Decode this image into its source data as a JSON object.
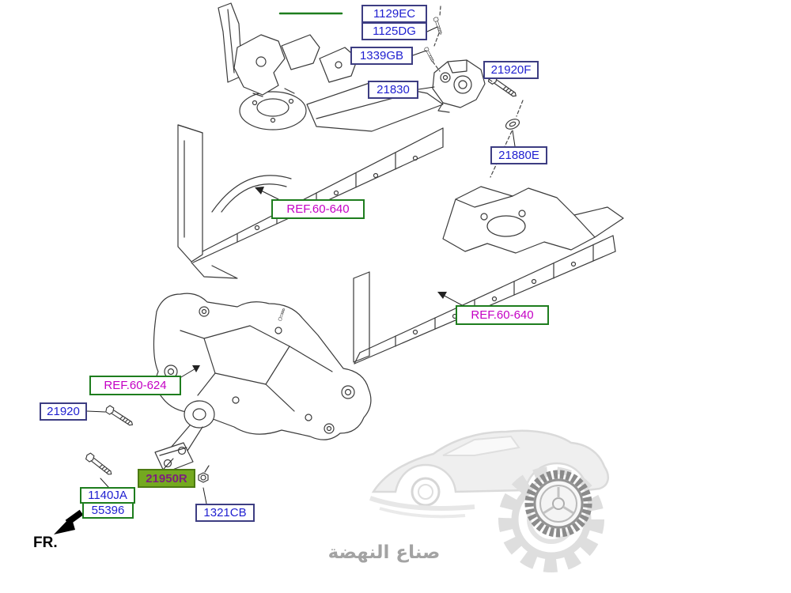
{
  "fr_indicator": "FR.",
  "watermark": {
    "text": "صناع النهضة"
  },
  "colors": {
    "part_text": "#1f1fd0",
    "part_border": "#3d3d82",
    "ref_text": "#c400c4",
    "ref_border": "#1e7d1e",
    "highlight_bg": "#74a91f",
    "highlight_text": "#7d1f7d",
    "line_art": "#3a3a3a"
  },
  "labels": [
    {
      "id": "1129EC",
      "text": "1129EC",
      "type": "part"
    },
    {
      "id": "1125DG",
      "text": "1125DG",
      "type": "part"
    },
    {
      "id": "1339GB",
      "text": "1339GB",
      "type": "part"
    },
    {
      "id": "21830",
      "text": "21830",
      "type": "part"
    },
    {
      "id": "21920F",
      "text": "21920F",
      "type": "part"
    },
    {
      "id": "21880E",
      "text": "21880E",
      "type": "part"
    },
    {
      "id": "REF60640A",
      "text": "REF.60-640",
      "type": "ref"
    },
    {
      "id": "REF60640B",
      "text": "REF.60-640",
      "type": "ref"
    },
    {
      "id": "REF60624",
      "text": "REF.60-624",
      "type": "ref"
    },
    {
      "id": "21920",
      "text": "21920",
      "type": "part"
    },
    {
      "id": "21950R",
      "text": "21950R",
      "type": "highlight"
    },
    {
      "id": "1140JA",
      "text": "1140JA",
      "type": "part-green"
    },
    {
      "id": "55396",
      "text": "55396",
      "type": "part-green"
    },
    {
      "id": "1321CB",
      "text": "1321CB",
      "type": "part"
    }
  ]
}
